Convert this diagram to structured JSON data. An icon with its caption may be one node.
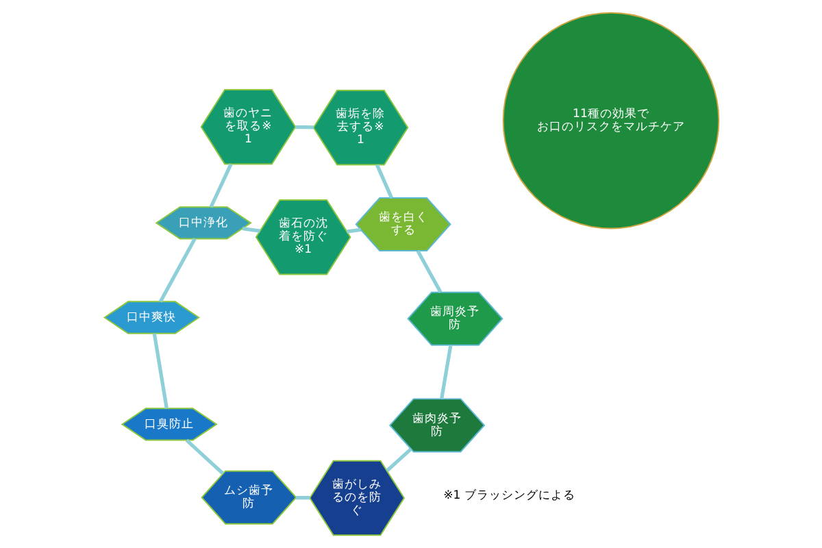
{
  "diagram": {
    "nodes": [
      {
        "text": [
          "11種の効果で",
          "お口のリスクをマルチケア"
        ]
      },
      {
        "text": [
          "口臭防止"
        ]
      },
      {
        "text": [
          "口中爽快"
        ]
      },
      {
        "text": [
          "口中浄化"
        ]
      },
      {
        "text": [
          "歯のヤニを取る※1"
        ]
      },
      {
        "text": [
          "歯垢を除去する※1"
        ]
      },
      {
        "text": [
          "歯石の沈着を防ぐ※1"
        ]
      },
      {
        "text": [
          "歯を白くする"
        ]
      },
      {
        "text": [
          "歯周炎予防"
        ]
      },
      {
        "text": [
          "ムシ歯予防"
        ]
      },
      {
        "text": [
          "歯がしみるのを防ぐ"
        ]
      },
      {
        "text": [
          "歯肉炎予防"
        ]
      }
    ],
    "edges": [
      {
        "from": 9,
        "to": 1,
        "arrow": "none"
      },
      {
        "from": 1,
        "to": 2,
        "arrow": "none"
      },
      {
        "from": 2,
        "to": 3,
        "arrow": "none"
      },
      {
        "from": 3,
        "to": 4,
        "arrow": "none"
      },
      {
        "from": 4,
        "to": 5,
        "arrow": "none"
      },
      {
        "from": 3,
        "to": 6,
        "arrow": "none"
      },
      {
        "from": 5,
        "to": 7,
        "arrow": "none"
      },
      {
        "from": 6,
        "to": 7,
        "arrow": "none"
      },
      {
        "from": 7,
        "to": 8,
        "arrow": "none"
      },
      {
        "from": 8,
        "to": 11,
        "arrow": "none"
      },
      {
        "from": 11,
        "to": 10,
        "arrow": "none"
      },
      {
        "from": 10,
        "to": 9,
        "arrow": "none"
      }
    ],
    "labels": [
      "※1 ブラッシングによる"
    ]
  }
}
